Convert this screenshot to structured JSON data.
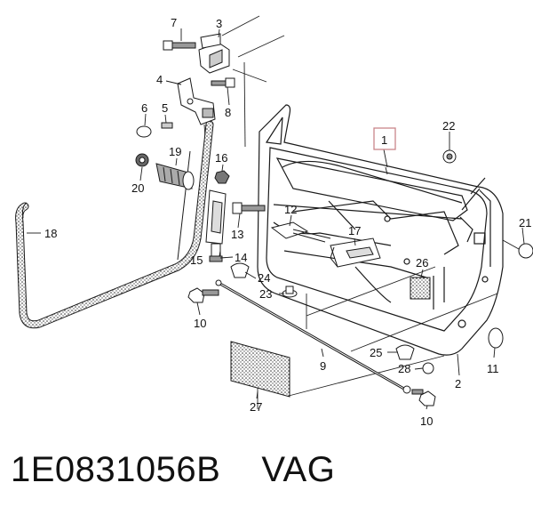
{
  "footer": {
    "part_number": "1E0831056B",
    "brand": "VAG"
  },
  "callouts": {
    "c1": "1",
    "c2": "2",
    "c3": "3",
    "c4": "4",
    "c5": "5",
    "c6": "6",
    "c7": "7",
    "c8": "8",
    "c9": "9",
    "c10a": "10",
    "c10b": "10",
    "c11": "11",
    "c12": "12",
    "c13": "13",
    "c14": "14",
    "c15": "15",
    "c16": "16",
    "c17": "17",
    "c18": "18",
    "c19": "19",
    "c20": "20",
    "c21": "21",
    "c22": "22",
    "c23": "23",
    "c24": "24",
    "c25": "25",
    "c26": "26",
    "c27": "27",
    "c28": "28"
  },
  "colors": {
    "line": "#1a1a1a",
    "highlight_box": "#c9858a"
  }
}
